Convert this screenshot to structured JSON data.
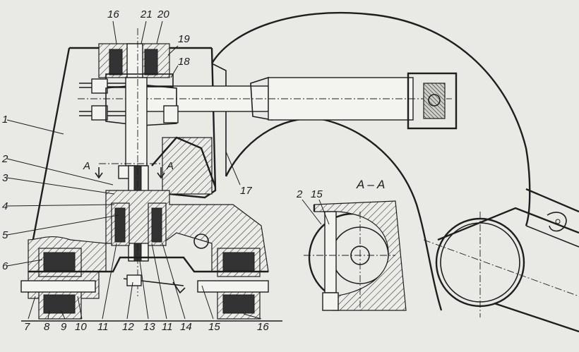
{
  "labels": {
    "l1": "1",
    "l2": "2",
    "l3": "3",
    "l4": "4",
    "l5": "5",
    "l6": "6",
    "l7": "7",
    "l8": "8",
    "l9": "9",
    "l10": "10",
    "l11a": "11",
    "l12": "12",
    "l13": "13",
    "l11b": "11",
    "l14": "14",
    "l15": "15",
    "l16a": "16",
    "l16b": "16",
    "l17": "17",
    "l18": "18",
    "l19": "19",
    "l20": "20",
    "l21": "21",
    "sec_a_left": "A",
    "sec_a_right": "A",
    "section_title": "A – A",
    "sec_l2": "2",
    "sec_l15": "15"
  }
}
